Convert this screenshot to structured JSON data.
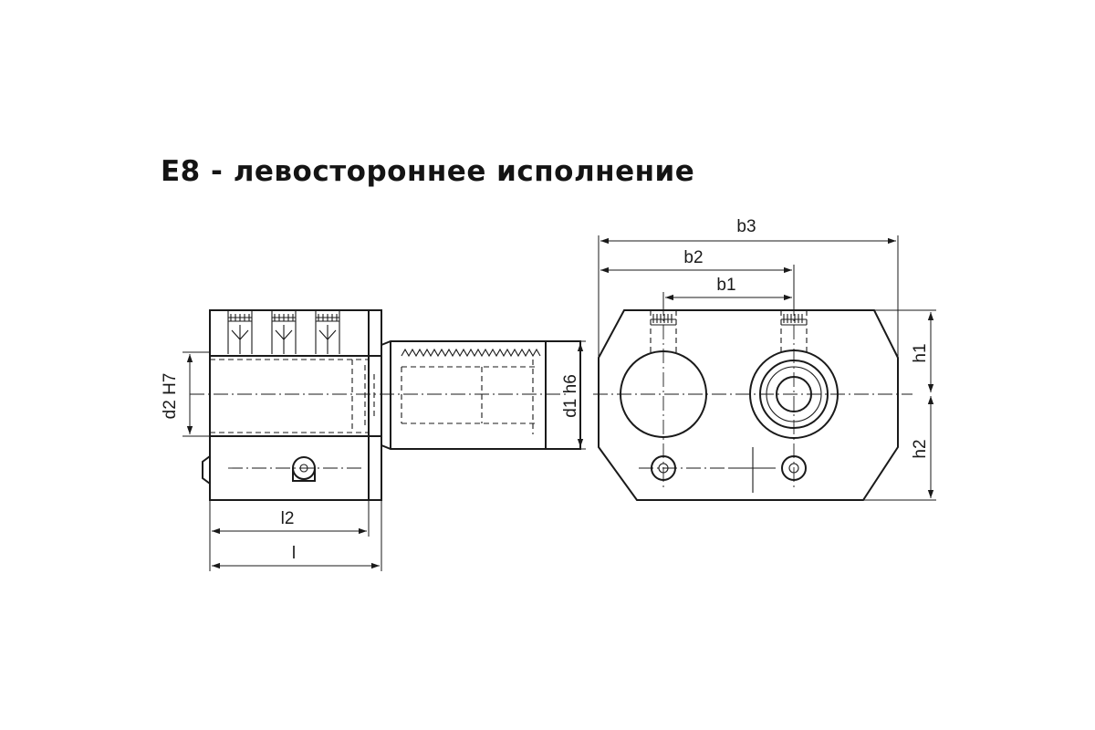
{
  "title": "E8 - левостороннее исполнение",
  "dimensions": {
    "d2": "d2 H7",
    "d1": "d1 h6",
    "l2": "l2",
    "l": "l",
    "b1": "b1",
    "b2": "b2",
    "b3": "b3",
    "h1": "h1",
    "h2": "h2"
  }
}
